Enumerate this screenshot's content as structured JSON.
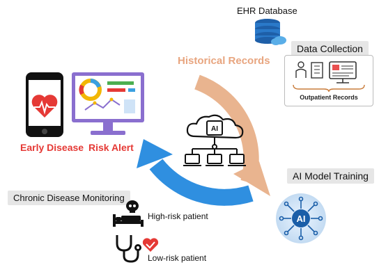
{
  "labels": {
    "ehr_database": "EHR Database",
    "historical_records": "Historical Records",
    "data_collection": "Data Collection",
    "outpatient_records": "Outpatient Records",
    "ai_model_training": "AI Model Training",
    "early_disease": "Early Disease",
    "risk_alert": "Risk Alert",
    "chronic_monitoring": "Chronic Disease Monitoring",
    "high_risk_patient": "High-risk patient",
    "low_risk_patient": "Low-risk patient",
    "ai_chip_text": "AI",
    "ai_hub_text": "AI"
  },
  "icons": {
    "database": "database-cloud-icon",
    "phone": "smartphone-heart-icon",
    "monitor": "monitor-dashboard-icon",
    "outpatient": "doctor-hospital-screen-icon",
    "ai_chip": "ai-cloud-network-icon",
    "ai_hub": "ai-neural-hub-icon",
    "high_risk": "skull-bed-icon",
    "low_risk": "stethoscope-heart-icon"
  },
  "colors": {
    "arrow_orange": "#e9b48f",
    "arrow_blue": "#2f8fe0",
    "alert_red": "#e53935",
    "historical_text": "#e8a57f",
    "phone_heart": "#e53935",
    "monitor_purple": "#8a6fcf"
  }
}
